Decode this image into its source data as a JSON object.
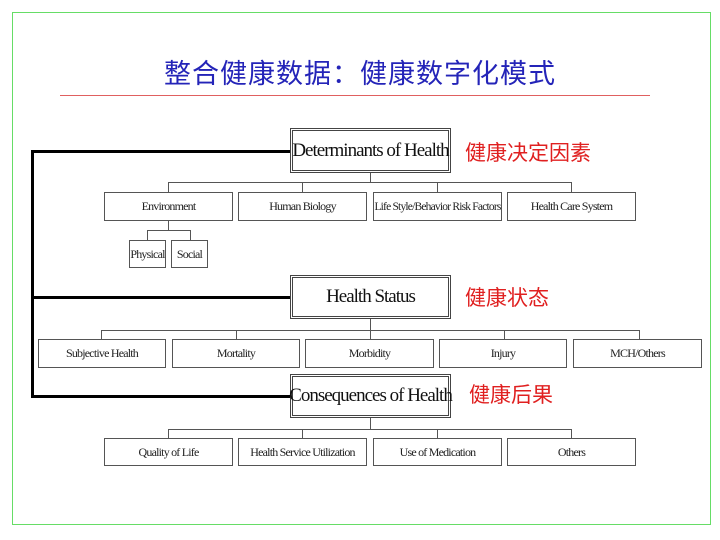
{
  "title": "整合健康数据：健康数字化模式",
  "colors": {
    "title": "#2424b8",
    "label": "#e02020",
    "border": "#66dd66"
  },
  "determinants": {
    "label": "Determinants of Health",
    "zh": "健康决定因素",
    "children": [
      "Environment",
      "Human Biology",
      "Life Style/Behavior Risk Factors",
      "Health Care System"
    ],
    "environment_children": [
      "Physical",
      "Social"
    ]
  },
  "status": {
    "label": "Health Status",
    "zh": "健康状态",
    "children": [
      "Subjective Health",
      "Mortality",
      "Morbidity",
      "Injury",
      "MCH/Others"
    ]
  },
  "consequences": {
    "label": "Consequences of Health",
    "zh": "健康后果",
    "children": [
      "Quality of Life",
      "Health Service Utilization",
      "Use of Medication",
      "Others"
    ]
  }
}
